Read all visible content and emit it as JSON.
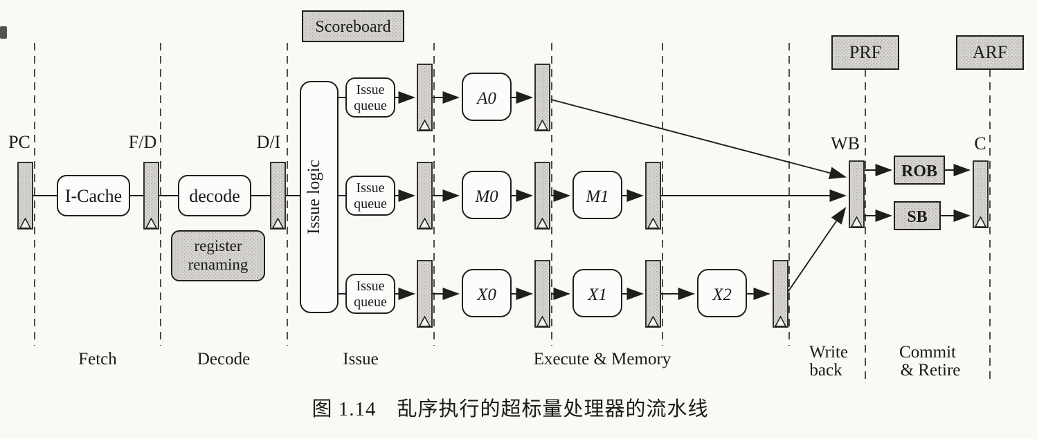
{
  "caption": "图 1.14　乱序执行的超标量处理器的流水线",
  "labels": {
    "scoreboard": "Scoreboard",
    "prf": "PRF",
    "arf": "ARF"
  },
  "registers": {
    "pc": "PC",
    "fd": "F/D",
    "di": "D/I",
    "wb": "WB",
    "c": "C"
  },
  "units": {
    "icache": "I-Cache",
    "decode": "decode",
    "register_renaming": [
      "register",
      "renaming"
    ],
    "issue_logic": "Issue logic",
    "issue_queue": [
      "Issue",
      "queue"
    ],
    "a0": "A0",
    "m0": "M0",
    "m1": "M1",
    "x0": "X0",
    "x1": "X1",
    "x2": "X2",
    "rob": "ROB",
    "sb": "SB"
  },
  "stage_labels": {
    "fetch": "Fetch",
    "decode": "Decode",
    "issue": "Issue",
    "execute": "Execute & Memory",
    "writeback": [
      "Write",
      "back"
    ],
    "commit": [
      "Commit",
      "& Retire"
    ]
  },
  "colors": {
    "ink": "#1f1e1c",
    "paper": "#faf9f6",
    "register_fill_base": "#d7d5d0",
    "register_fill_dot": "#a9a69f",
    "block_fill": "#fdfcfa"
  }
}
